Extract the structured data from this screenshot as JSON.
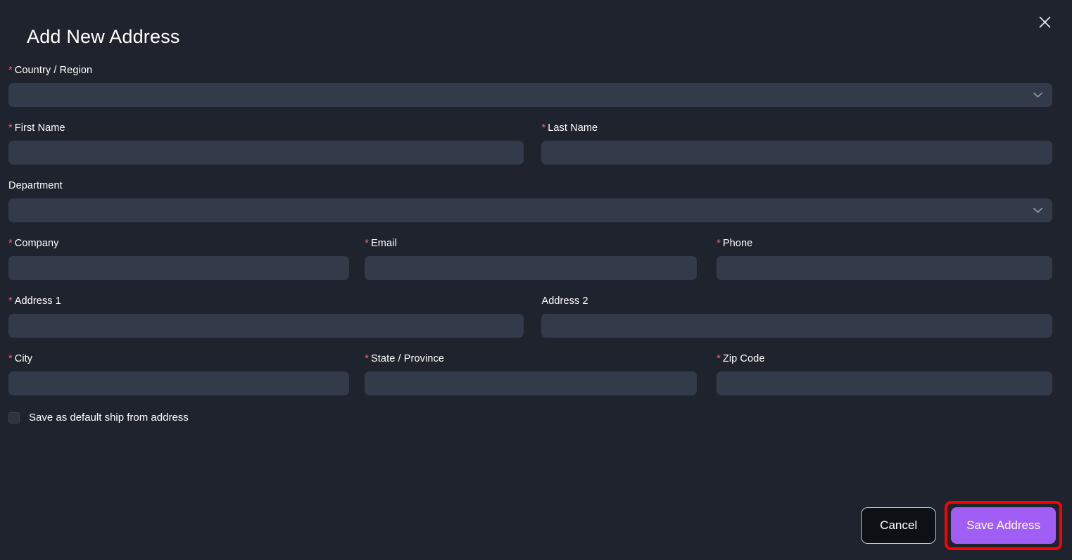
{
  "dialog": {
    "title": "Add New Address",
    "close_icon": "close-icon"
  },
  "form": {
    "required_marker": "*",
    "fields": {
      "country": {
        "label": "Country / Region",
        "value": "",
        "placeholder": "",
        "type": "select"
      },
      "first_name": {
        "label": "First Name",
        "value": "",
        "placeholder": "",
        "type": "text"
      },
      "last_name": {
        "label": "Last Name",
        "value": "",
        "placeholder": "",
        "type": "text"
      },
      "department": {
        "label": "Department",
        "value": "",
        "placeholder": "",
        "type": "select"
      },
      "company": {
        "label": "Company",
        "value": "",
        "placeholder": "",
        "type": "text"
      },
      "email": {
        "label": "Email",
        "value": "",
        "placeholder": "",
        "type": "text"
      },
      "phone": {
        "label": "Phone",
        "value": "",
        "placeholder": "",
        "type": "text"
      },
      "address1": {
        "label": "Address 1",
        "value": "",
        "placeholder": "",
        "type": "text"
      },
      "address2": {
        "label": "Address 2",
        "value": "",
        "placeholder": "",
        "type": "text"
      },
      "city": {
        "label": "City",
        "value": "",
        "placeholder": "",
        "type": "text"
      },
      "state": {
        "label": "State / Province",
        "value": "",
        "placeholder": "",
        "type": "text"
      },
      "zip": {
        "label": "Zip Code",
        "value": "",
        "placeholder": "",
        "type": "text"
      }
    },
    "checkbox": {
      "label": "Save as default ship from address",
      "checked": false
    }
  },
  "footer": {
    "cancel_label": "Cancel",
    "save_label": "Save Address"
  },
  "colors": {
    "page_background": "#1f232d",
    "input_background": "#333a49",
    "accent_purple": "#a05ef5",
    "required_asterisk": "#ef6472",
    "highlight_ring": "#ff0000",
    "cancel_background": "#0d1015",
    "text_primary": "#ffffff"
  }
}
